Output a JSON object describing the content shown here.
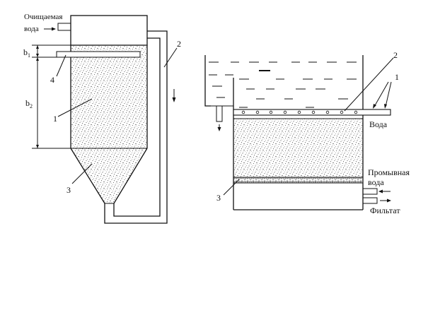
{
  "left": {
    "inlet_label_line1": "Очищаемая",
    "inlet_label_line2": "вода",
    "dim_b1_main": "b",
    "dim_b1_sub": "1",
    "dim_b2_main": "b",
    "dim_b2_sub": "2",
    "callout_1": "1",
    "callout_2": "2",
    "callout_3": "3",
    "callout_4": "4"
  },
  "right": {
    "callout_1": "1",
    "callout_2": "2",
    "callout_3": "3",
    "water_label": "Вода",
    "wash_water_line1": "Промывная",
    "wash_water_line2": "вода",
    "filtrate_label": "Фильтат"
  },
  "colors": {
    "line": "#111111",
    "sand_dots": "#333333",
    "background": "#ffffff"
  }
}
